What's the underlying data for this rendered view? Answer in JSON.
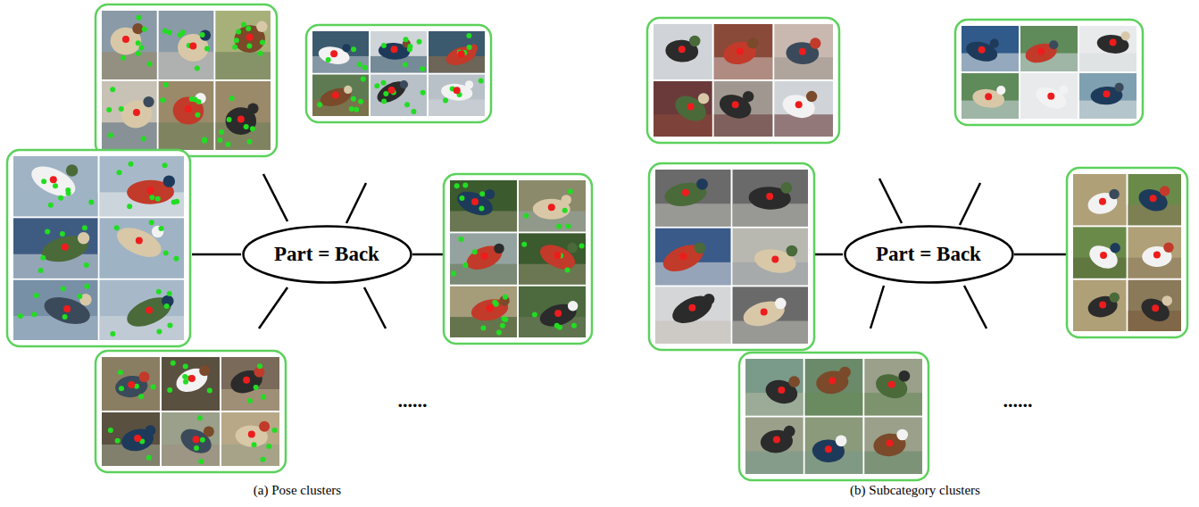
{
  "diagram": {
    "nodes": [
      {
        "text": [
          "Part = Back"
        ]
      },
      {
        "text": [
          "Part = Back"
        ]
      }
    ],
    "labels": [
      "......",
      "......",
      "(a) Pose clusters",
      "(b) Subcategory clusters"
    ]
  }
}
